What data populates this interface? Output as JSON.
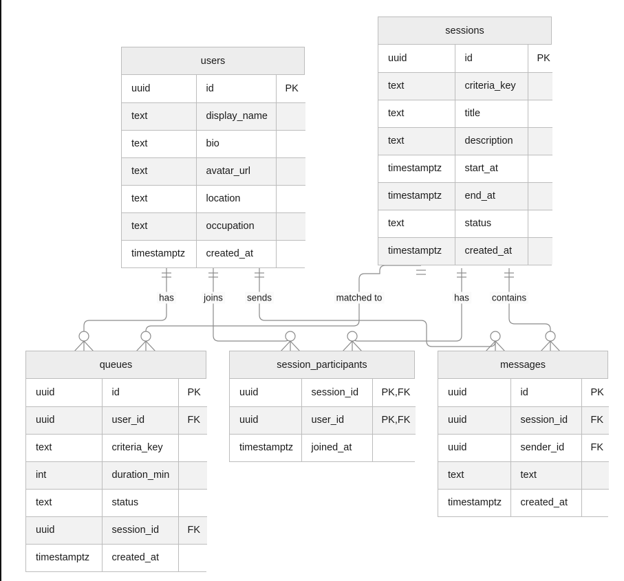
{
  "diagram": {
    "type": "entity-relationship-diagram",
    "notation": "crow's-foot",
    "background_color": "#ffffff",
    "line_color": "#8a8a8a",
    "header_fill": "#ededed",
    "row_alt_fill": "#f2f2f2",
    "border_color": "#bcbcbc"
  },
  "entities": [
    {
      "name": "users",
      "columns": [
        {
          "type": "uuid",
          "field": "id",
          "key": "PK"
        },
        {
          "type": "text",
          "field": "display_name",
          "key": ""
        },
        {
          "type": "text",
          "field": "bio",
          "key": ""
        },
        {
          "type": "text",
          "field": "avatar_url",
          "key": ""
        },
        {
          "type": "text",
          "field": "location",
          "key": ""
        },
        {
          "type": "text",
          "field": "occupation",
          "key": ""
        },
        {
          "type": "timestamptz",
          "field": "created_at",
          "key": ""
        }
      ]
    },
    {
      "name": "sessions",
      "columns": [
        {
          "type": "uuid",
          "field": "id",
          "key": "PK"
        },
        {
          "type": "text",
          "field": "criteria_key",
          "key": ""
        },
        {
          "type": "text",
          "field": "title",
          "key": ""
        },
        {
          "type": "text",
          "field": "description",
          "key": ""
        },
        {
          "type": "timestamptz",
          "field": "start_at",
          "key": ""
        },
        {
          "type": "timestamptz",
          "field": "end_at",
          "key": ""
        },
        {
          "type": "text",
          "field": "status",
          "key": ""
        },
        {
          "type": "timestamptz",
          "field": "created_at",
          "key": ""
        }
      ]
    },
    {
      "name": "queues",
      "columns": [
        {
          "type": "uuid",
          "field": "id",
          "key": "PK"
        },
        {
          "type": "uuid",
          "field": "user_id",
          "key": "FK"
        },
        {
          "type": "text",
          "field": "criteria_key",
          "key": ""
        },
        {
          "type": "int",
          "field": "duration_min",
          "key": ""
        },
        {
          "type": "text",
          "field": "status",
          "key": ""
        },
        {
          "type": "uuid",
          "field": "session_id",
          "key": "FK"
        },
        {
          "type": "timestamptz",
          "field": "created_at",
          "key": ""
        }
      ]
    },
    {
      "name": "session_participants",
      "columns": [
        {
          "type": "uuid",
          "field": "session_id",
          "key": "PK,FK"
        },
        {
          "type": "uuid",
          "field": "user_id",
          "key": "PK,FK"
        },
        {
          "type": "timestamptz",
          "field": "joined_at",
          "key": ""
        }
      ]
    },
    {
      "name": "messages",
      "columns": [
        {
          "type": "uuid",
          "field": "id",
          "key": "PK"
        },
        {
          "type": "uuid",
          "field": "session_id",
          "key": "FK"
        },
        {
          "type": "uuid",
          "field": "sender_id",
          "key": "FK"
        },
        {
          "type": "text",
          "field": "text",
          "key": ""
        },
        {
          "type": "timestamptz",
          "field": "created_at",
          "key": ""
        }
      ]
    }
  ],
  "relationships": [
    {
      "label": "has",
      "from": "users",
      "to": "queues",
      "from_cardinality": "one",
      "to_cardinality": "zero-or-many"
    },
    {
      "label": "joins",
      "from": "users",
      "to": "session_participants",
      "from_cardinality": "one",
      "to_cardinality": "zero-or-many"
    },
    {
      "label": "sends",
      "from": "users",
      "to": "messages",
      "from_cardinality": "one",
      "to_cardinality": "zero-or-many"
    },
    {
      "label": "matched to",
      "from": "sessions",
      "to": "queues",
      "from_cardinality": "one",
      "to_cardinality": "zero-or-many"
    },
    {
      "label": "has",
      "from": "sessions",
      "to": "session_participants",
      "from_cardinality": "one",
      "to_cardinality": "zero-or-many"
    },
    {
      "label": "contains",
      "from": "sessions",
      "to": "messages",
      "from_cardinality": "one",
      "to_cardinality": "zero-or-many"
    }
  ]
}
